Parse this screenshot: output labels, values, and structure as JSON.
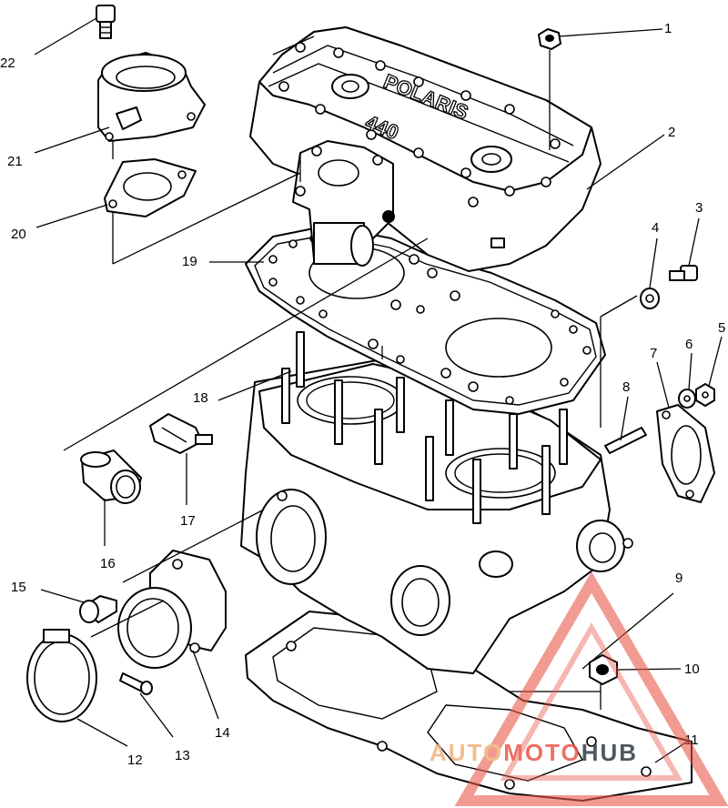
{
  "diagram": {
    "cover_text_brand": "POLARIS",
    "cover_text_model": "440",
    "callouts": [
      "1",
      "2",
      "3",
      "4",
      "5",
      "6",
      "7",
      "8",
      "9",
      "10",
      "11",
      "12",
      "13",
      "14",
      "15",
      "16",
      "17",
      "18",
      "19",
      "20",
      "21",
      "22"
    ]
  },
  "watermark": {
    "part1": "AUTO",
    "part2": "MOTO",
    "part3": "HUB",
    "color_primary": "#e8584a",
    "color_secondary": "#f0b27a",
    "color_dark": "#2e3b45"
  }
}
